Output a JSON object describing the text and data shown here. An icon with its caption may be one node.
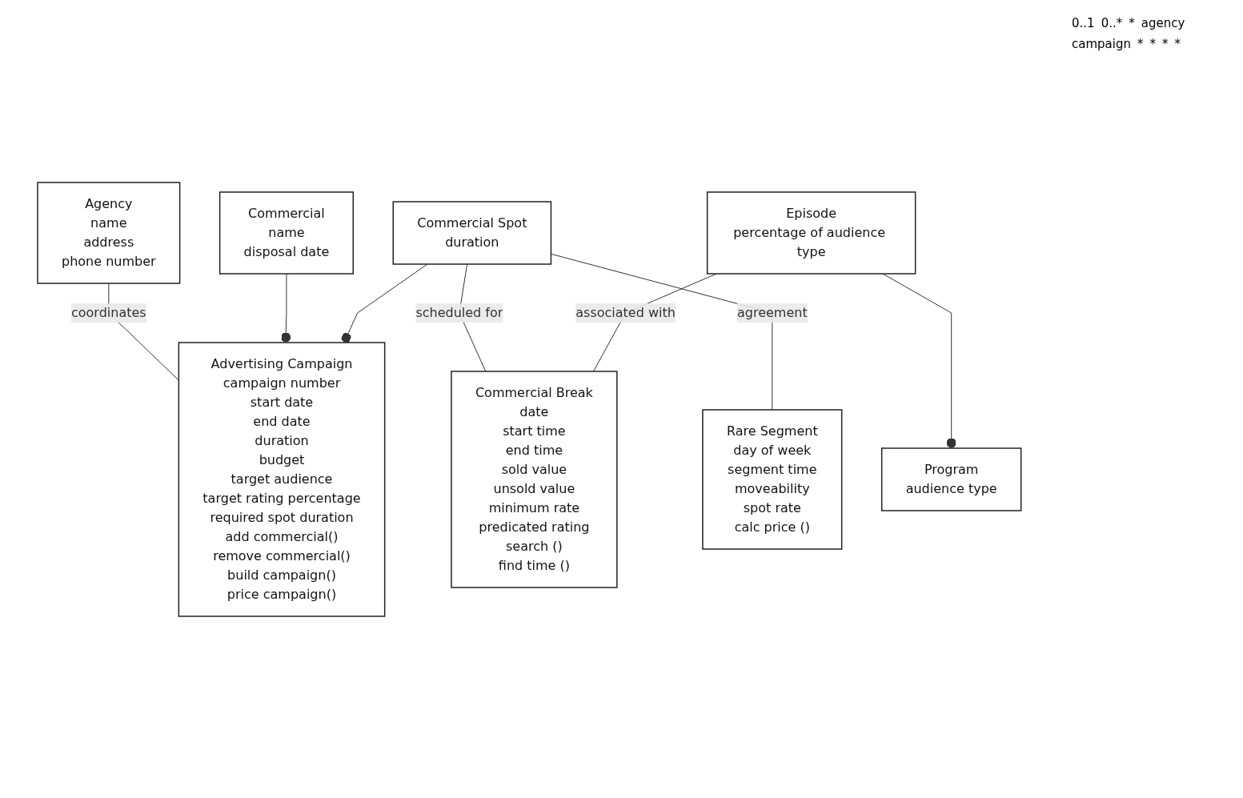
{
  "diagram": {
    "nodes": [
      {
        "text": [
          "Agency",
          "name",
          "address",
          "phone number"
        ]
      },
      {
        "text": [
          "Advertising Campaign",
          "campaign number",
          "start date",
          "end date",
          "duration",
          "budget",
          "target audience",
          "target rating percentage",
          "required spot duration",
          "add commercial()",
          "remove commercial()",
          "build campaign()",
          "price campaign()"
        ]
      },
      {
        "text": [
          "Commercial",
          "name",
          "disposal date"
        ]
      },
      {
        "text": [
          "Program",
          "audience type"
        ]
      },
      {
        "text": [
          "Commercial Spot",
          "duration"
        ]
      },
      {
        "text": [
          "Episode",
          "percentage of audience type"
        ]
      },
      {
        "text": [
          "Commercial Break",
          "date",
          "start time",
          "end time",
          "sold value",
          "unsold value",
          "minimum rate",
          "predicated rating",
          "search ()",
          "find time ()"
        ]
      },
      {
        "text": [
          "Rare Segment",
          "day of week",
          "segment time",
          "moveability",
          "spot rate",
          "calc price ()"
        ]
      }
    ],
    "edges": [
      {
        "from": 0,
        "to": 1,
        "arrow": "none",
        "label": "coordinates"
      },
      {
        "from": 2,
        "to": 1,
        "arrow": "other"
      },
      {
        "from": 4,
        "to": 1,
        "arrow": "other"
      },
      {
        "from": 4,
        "to": 6,
        "arrow": "none",
        "label": "scheduled for"
      },
      {
        "from": 4,
        "to": 7,
        "arrow": "none",
        "label": "agreement"
      },
      {
        "from": 5,
        "to": 3,
        "arrow": "other"
      },
      {
        "from": 5,
        "to": 6,
        "arrow": "none",
        "label": "associated with"
      }
    ],
    "labels": [
      "0..1",
      "0..*",
      "*",
      "agency",
      "campaign",
      "*",
      "*",
      "*",
      "*"
    ]
  }
}
